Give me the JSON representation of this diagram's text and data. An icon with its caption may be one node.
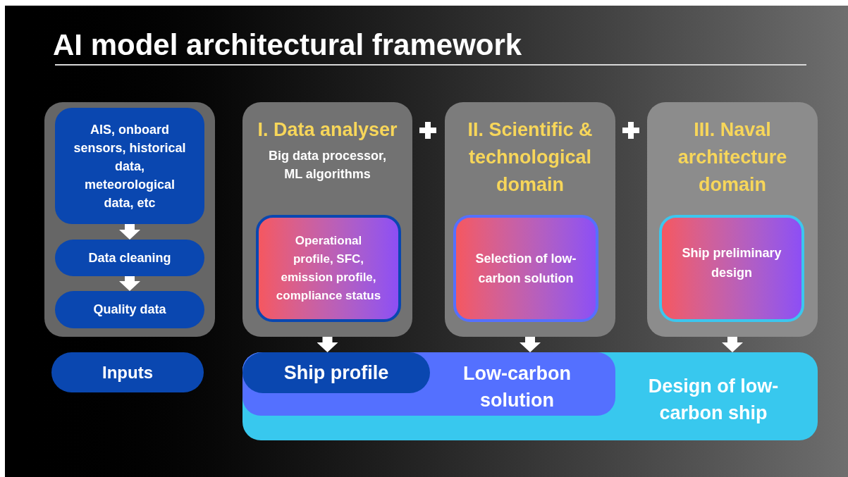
{
  "diagram": {
    "title": "AI model architectural framework",
    "nodes": [
      {
        "text": [],
        "shape": "box"
      },
      {
        "text": [
          "AIS, onboard sensors, historical data, meteorological data, etc"
        ],
        "in": 0
      },
      {
        "text": [
          "Data cleaning"
        ],
        "in": 0
      },
      {
        "text": [
          "Quality data"
        ],
        "in": 0
      },
      {
        "text": [
          "Inputs"
        ]
      },
      {
        "text": [
          "I. Data analyser",
          "Big data processor, ML algorithms"
        ]
      },
      {
        "text": [
          "Operational profile, SFC, emission profile, compliance status"
        ],
        "in": 5
      },
      {
        "text": [
          "II. Scientific & technological domain"
        ]
      },
      {
        "text": [
          "Selection of low-carbon solution"
        ],
        "in": 7
      },
      {
        "text": [
          "III. Naval architecture domain"
        ]
      },
      {
        "text": [
          "Ship preliminary design"
        ],
        "in": 9
      },
      {
        "text": [
          "Design of low-carbon ship"
        ]
      },
      {
        "text": [
          "Low-carbon solution"
        ],
        "in": 11
      },
      {
        "text": [
          "Ship profile"
        ],
        "in": 12
      }
    ],
    "edges": [
      {
        "from": 1,
        "to": 2,
        "arrow": "to"
      },
      {
        "from": 2,
        "to": 3,
        "arrow": "to"
      },
      {
        "from": 5,
        "to": 13,
        "arrow": "to"
      },
      {
        "from": 7,
        "to": 12,
        "arrow": "to"
      },
      {
        "from": 9,
        "to": 11,
        "arrow": "to"
      }
    ]
  }
}
